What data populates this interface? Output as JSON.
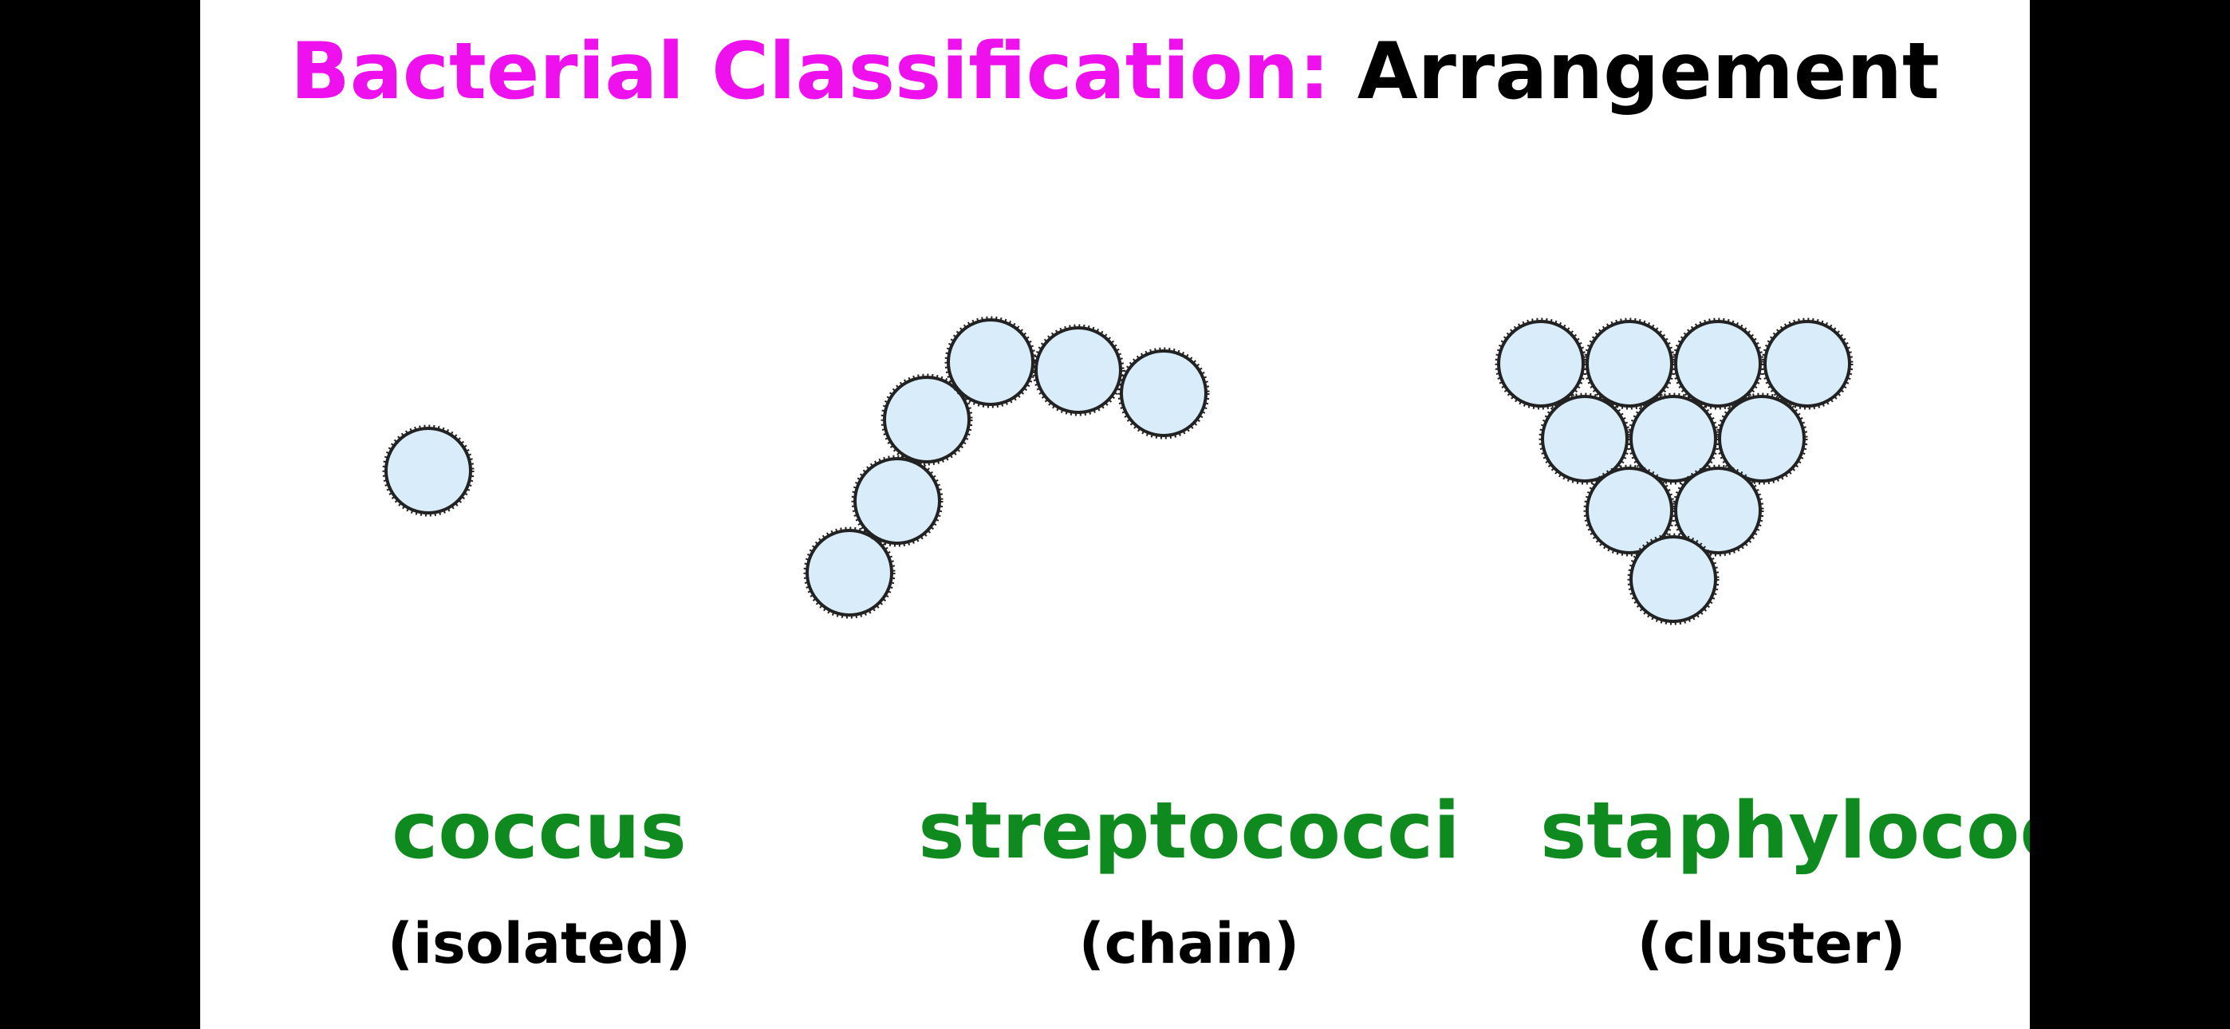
{
  "title": {
    "accent_text": "Bacterial Classification:",
    "plain_text": "Arrangement"
  },
  "colors": {
    "accent": "#ee11ee",
    "name_green": "#0e8a1e",
    "cell_fill": "#d8ecf9",
    "cell_outline": "#222222",
    "frame": "#000000",
    "slide_bg": "#ffffff"
  },
  "arrangements": [
    {
      "name": "coccus",
      "description": "(isolated)",
      "cell_count": 1
    },
    {
      "name": "streptococci",
      "description": "(chain)",
      "cell_count": 6
    },
    {
      "name": "staphylococci",
      "description": "(cluster)",
      "cell_count": 10
    }
  ]
}
